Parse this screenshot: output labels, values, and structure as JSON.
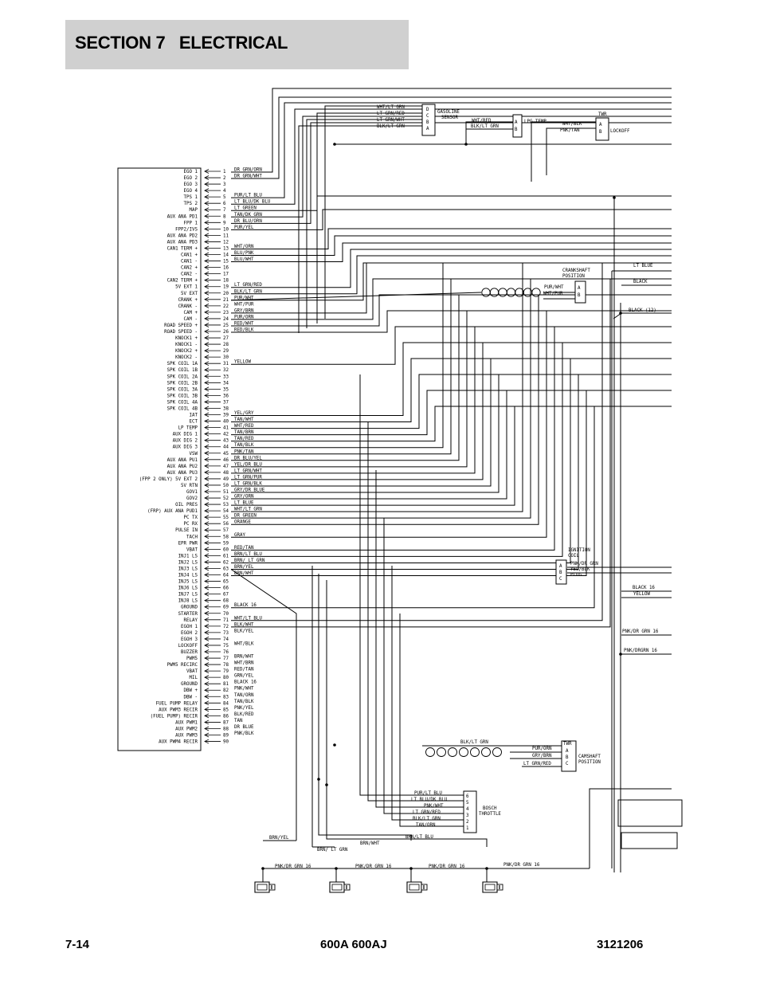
{
  "header": {
    "title": "SECTION 7   ELECTRICAL"
  },
  "footer": {
    "page": "7-14",
    "model": "600A 600AJ",
    "doc_number": "3121206"
  },
  "ecm": {
    "pins": [
      {
        "n": "1",
        "sig": "EGO 1",
        "wire": "DR GRN/ORN"
      },
      {
        "n": "2",
        "sig": "EGO 2",
        "wire": "DR GRN/WHT"
      },
      {
        "n": "3",
        "sig": "EGO 3",
        "wire": ""
      },
      {
        "n": "4",
        "sig": "EGO 4",
        "wire": ""
      },
      {
        "n": "5",
        "sig": "TPS 1",
        "wire": "PUR/LT BLU"
      },
      {
        "n": "6",
        "sig": "TPS 2",
        "wire": "LT BLU/DK BLU"
      },
      {
        "n": "7",
        "sig": "MAP",
        "wire": "LT GREEN"
      },
      {
        "n": "8",
        "sig": "AUX ANA PD1",
        "wire": "TAN/DK GRN"
      },
      {
        "n": "9",
        "sig": "FPP 1",
        "wire": "DR BLU/ORN"
      },
      {
        "n": "10",
        "sig": "FPP2/IVS",
        "wire": "PUR/YEL"
      },
      {
        "n": "11",
        "sig": "AUX ANA PD2",
        "wire": ""
      },
      {
        "n": "12",
        "sig": "AUX ANA PD3",
        "wire": ""
      },
      {
        "n": "13",
        "sig": "CAN1 TERM +",
        "wire": "WHT/ORN"
      },
      {
        "n": "14",
        "sig": "CAN1 +",
        "wire": "BLU/PNK"
      },
      {
        "n": "15",
        "sig": "CAN1 -",
        "wire": "BLU/WHT"
      },
      {
        "n": "16",
        "sig": "CAN2 +",
        "wire": ""
      },
      {
        "n": "17",
        "sig": "CAN2 -",
        "wire": ""
      },
      {
        "n": "18",
        "sig": "CAN2 TERM +",
        "wire": ""
      },
      {
        "n": "19",
        "sig": "5V EXT 1",
        "wire": "LT GRN/RED"
      },
      {
        "n": "20",
        "sig": "5V EXT",
        "wire": "BLK/LT GRN"
      },
      {
        "n": "21",
        "sig": "CRANK +",
        "wire": "PUR/WHT"
      },
      {
        "n": "22",
        "sig": "CRANK -",
        "wire": "WHT/PUR"
      },
      {
        "n": "23",
        "sig": "CAM +",
        "wire": "GRY/BRN"
      },
      {
        "n": "24",
        "sig": "CAM -",
        "wire": "PUR/ORN"
      },
      {
        "n": "25",
        "sig": "ROAD SPEED +",
        "wire": "RED/WHT"
      },
      {
        "n": "26",
        "sig": "ROAD SPEED -",
        "wire": "RED/BLK"
      },
      {
        "n": "27",
        "sig": "KNOCK1 +",
        "wire": ""
      },
      {
        "n": "28",
        "sig": "KNOCK1 -",
        "wire": ""
      },
      {
        "n": "29",
        "sig": "KNOCK2 +",
        "wire": ""
      },
      {
        "n": "30",
        "sig": "KNOCK2 -",
        "wire": ""
      },
      {
        "n": "31",
        "sig": "SPK COIL 1A",
        "wire": "YELLOW"
      },
      {
        "n": "32",
        "sig": "SPK COIL 1B",
        "wire": ""
      },
      {
        "n": "33",
        "sig": "SPK COIL 2A",
        "wire": ""
      },
      {
        "n": "34",
        "sig": "SPK COIL 2B",
        "wire": ""
      },
      {
        "n": "35",
        "sig": "SPK COIL 3A",
        "wire": ""
      },
      {
        "n": "36",
        "sig": "SPK COIL 3B",
        "wire": ""
      },
      {
        "n": "37",
        "sig": "SPK COIL 4A",
        "wire": ""
      },
      {
        "n": "38",
        "sig": "SPK COIL 4B",
        "wire": ""
      },
      {
        "n": "39",
        "sig": "IAT",
        "wire": "YEL/GRY"
      },
      {
        "n": "40",
        "sig": "ECT",
        "wire": "TAN/WHT"
      },
      {
        "n": "41",
        "sig": "LP TEMP",
        "wire": "WHT/RED"
      },
      {
        "n": "42",
        "sig": "AUX DIG 1",
        "wire": "TAN/BRN"
      },
      {
        "n": "43",
        "sig": "AUX DIG 2",
        "wire": "TAN/RED"
      },
      {
        "n": "44",
        "sig": "AUX DIG 3",
        "wire": "TAN/BLK"
      },
      {
        "n": "45",
        "sig": "VSW",
        "wire": "PNK/TAN"
      },
      {
        "n": "46",
        "sig": "AUX ANA PU1",
        "wire": "DR BLU/YEL"
      },
      {
        "n": "47",
        "sig": "AUX ANA PU2",
        "wire": "YEL/DR BLU"
      },
      {
        "n": "48",
        "sig": "AUX ANA PU3",
        "wire": "LT GRN/WHT"
      },
      {
        "n": "49",
        "sig": "(FPP 2 ONLY) 5V EXT 2",
        "wire": "LT GRN/PUR"
      },
      {
        "n": "50",
        "sig": "5V RTN",
        "wire": "LT GRN/BLK"
      },
      {
        "n": "51",
        "sig": "GOV1",
        "wire": "GRY/DR BLUE"
      },
      {
        "n": "52",
        "sig": "GOV2",
        "wire": "GRY/ORN"
      },
      {
        "n": "53",
        "sig": "OIL PRES",
        "wire": "LT BLUE"
      },
      {
        "n": "54",
        "sig": "(FRP) AUX ANA PUD1",
        "wire": "WHT/LT GRN"
      },
      {
        "n": "55",
        "sig": "PC TX",
        "wire": "DR GREEN"
      },
      {
        "n": "56",
        "sig": "PC RX",
        "wire": "ORANGE"
      },
      {
        "n": "57",
        "sig": "PULSE IN",
        "wire": ""
      },
      {
        "n": "58",
        "sig": "TACH",
        "wire": "GRAY"
      },
      {
        "n": "59",
        "sig": "EPR PWR",
        "wire": ""
      },
      {
        "n": "60",
        "sig": "VBAT",
        "wire": "RED/TAN"
      },
      {
        "n": "61",
        "sig": "INJ1 LS",
        "wire": "BRN/LT BLU"
      },
      {
        "n": "62",
        "sig": "INJ2 LS",
        "wire": "BRN/ LT GRN"
      },
      {
        "n": "63",
        "sig": "INJ3 LS",
        "wire": "BRN/YEL"
      },
      {
        "n": "64",
        "sig": "INJ4 LS",
        "wire": "BRN/WHT"
      },
      {
        "n": "65",
        "sig": "INJ5 LS",
        "wire": ""
      },
      {
        "n": "66",
        "sig": "INJ6 LS",
        "wire": ""
      },
      {
        "n": "67",
        "sig": "INJ7 LS",
        "wire": ""
      },
      {
        "n": "68",
        "sig": "INJ8 LS",
        "wire": ""
      },
      {
        "n": "69",
        "sig": "GROUND",
        "wire": "BLACK 16"
      },
      {
        "n": "70",
        "sig": "STARTER",
        "wire": ""
      },
      {
        "n": "71",
        "sig": "RELAY",
        "wire": "WHT/LT BLU"
      },
      {
        "n": "72",
        "sig": "EGOH 1",
        "wire": "BLK/WHT"
      },
      {
        "n": "73",
        "sig": "EGOH 2",
        "wire": "BLK/YEL"
      },
      {
        "n": "74",
        "sig": "EGOH 3",
        "wire": ""
      },
      {
        "n": "75",
        "sig": "LOCKOFF",
        "wire": "WHT/BLK"
      },
      {
        "n": "76",
        "sig": "BUZZER",
        "wire": ""
      },
      {
        "n": "77",
        "sig": "PWM5",
        "wire": "BRN/WHT"
      },
      {
        "n": "78",
        "sig": "PWM5 RECIRC",
        "wire": "WHT/BRN"
      },
      {
        "n": "79",
        "sig": "VBAT",
        "wire": "RED/TAN"
      },
      {
        "n": "80",
        "sig": "MIL",
        "wire": "GRN/YEL"
      },
      {
        "n": "81",
        "sig": "GROUND",
        "wire": "BLACK 16"
      },
      {
        "n": "82",
        "sig": "DBW +",
        "wire": "PNK/WHT"
      },
      {
        "n": "83",
        "sig": "DBW -",
        "wire": "TAN/ORN"
      },
      {
        "n": "84",
        "sig": "FUEL PUMP RELAY",
        "wire": "TAN/BLK"
      },
      {
        "n": "85",
        "sig": "AUX PWM3 RECIR",
        "wire": "PNK/YEL"
      },
      {
        "n": "86",
        "sig": "(FUEL PUMP) RECIR",
        "wire": "BLK/RED"
      },
      {
        "n": "87",
        "sig": "AUX PWM1",
        "wire": "TAN"
      },
      {
        "n": "88",
        "sig": "AUX PWM2",
        "wire": "DR BLUE"
      },
      {
        "n": "89",
        "sig": "AUX PWM3",
        "wire": "PNK/BLK"
      },
      {
        "n": "90",
        "sig": "AUX PWM4 RECIR",
        "wire": ""
      }
    ]
  },
  "gasoline_sensor": {
    "title": "GASOLINE SENSOR",
    "wires": [
      "WHT/LT GRN",
      "LT GRN/RED",
      "LT GRN/WHT",
      "BLK/LT GRN"
    ],
    "pins": [
      "D",
      "C",
      "B",
      "A"
    ]
  },
  "lpg_temp": {
    "title": "LPG TEMP.",
    "wires": [
      "WHT/RED",
      "BLK/LT GRN"
    ],
    "pins": [
      "A",
      "B"
    ]
  },
  "lockoff": {
    "title": "LOCKOFF",
    "twr": "TWR",
    "wires": [
      "WHT/BLK",
      "PNK/TAN"
    ],
    "pins": [
      "A",
      "B"
    ]
  },
  "crankshaft": {
    "title": "CRANKSHAFT POSITION",
    "wires": [
      "PUR/WHT",
      "WHT/PUR"
    ],
    "pins": [
      "A",
      "B"
    ]
  },
  "right_labels": [
    "LT BLUE",
    "BLACK",
    "BLACK (12)"
  ],
  "ignition_coil": {
    "title": "IGNITION COIL",
    "wires": [
      "PNK/DR GRN",
      "YEL/BLK",
      "PLUG"
    ],
    "pins": [
      "A",
      "B",
      "C"
    ]
  },
  "right_lower_labels": [
    "BLACK 16",
    "YELLOW",
    "PNK/DR GRN 16",
    "PNK/DRGRN 16"
  ],
  "camshaft": {
    "title": "CAMSHAFT POSITION",
    "twr": "TWR",
    "wires": [
      "BLK/LT GRN",
      "PUR/ORN",
      "GRY/BRN",
      "LT GRN/RED"
    ],
    "pins": [
      "A",
      "B",
      "C"
    ]
  },
  "bosch_throttle": {
    "title": "BOSCH THROTTLE",
    "wires": [
      "PUR/LT BLU",
      "LT BLU/DK BLU",
      "PNK/WHT",
      "LT GRN/RED",
      "BLK/LT GRN",
      "TAN/ORN"
    ],
    "pins": [
      "6",
      "5",
      "4",
      "3",
      "2",
      "1"
    ]
  },
  "injectors": {
    "wires": [
      "BRN/YEL",
      "BRN/ LT GRN",
      "BRN/WHT",
      "BRN/LT BLU"
    ],
    "supply": "PNK/DR GRN 16",
    "count": 4
  }
}
